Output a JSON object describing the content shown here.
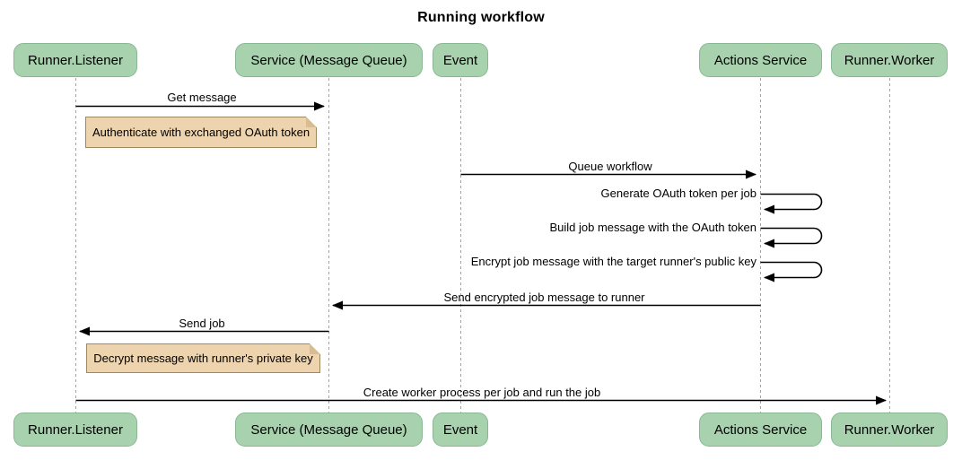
{
  "title": "Running workflow",
  "diagram_type": "sequence-diagram",
  "colors": {
    "actor_fill": "#a7d2ad",
    "actor_border": "#87b893",
    "note_fill": "#edd3ae",
    "note_border": "#9f8a60",
    "lifeline": "#a3a3a3",
    "arrow": "#000000",
    "background": "#ffffff"
  },
  "actors": [
    {
      "label": "Runner.Listener"
    },
    {
      "label": "Service (Message Queue)"
    },
    {
      "label": "Event"
    },
    {
      "label": "Actions Service"
    },
    {
      "label": "Runner.Worker"
    }
  ],
  "messages": [
    {
      "label": "Get message",
      "from": "Runner.Listener",
      "to": "Service (Message Queue)"
    },
    {
      "label": "Queue workflow",
      "from": "Event",
      "to": "Actions Service"
    },
    {
      "label": "Generate OAuth token per job",
      "from": "Actions Service",
      "to": "Actions Service"
    },
    {
      "label": "Build job message with the OAuth token",
      "from": "Actions Service",
      "to": "Actions Service"
    },
    {
      "label": "Encrypt job message with the target runner's public key",
      "from": "Actions Service",
      "to": "Actions Service"
    },
    {
      "label": "Send encrypted job message to runner",
      "from": "Actions Service",
      "to": "Service (Message Queue)"
    },
    {
      "label": "Send job",
      "from": "Service (Message Queue)",
      "to": "Runner.Listener"
    },
    {
      "label": "Create worker process per job and run the job",
      "from": "Runner.Listener",
      "to": "Runner.Worker"
    }
  ],
  "notes": [
    {
      "text": "Authenticate with exchanged OAuth token",
      "position": "right of Runner.Listener"
    },
    {
      "text": "Decrypt message with runner's private key",
      "position": "right of Runner.Listener"
    }
  ]
}
